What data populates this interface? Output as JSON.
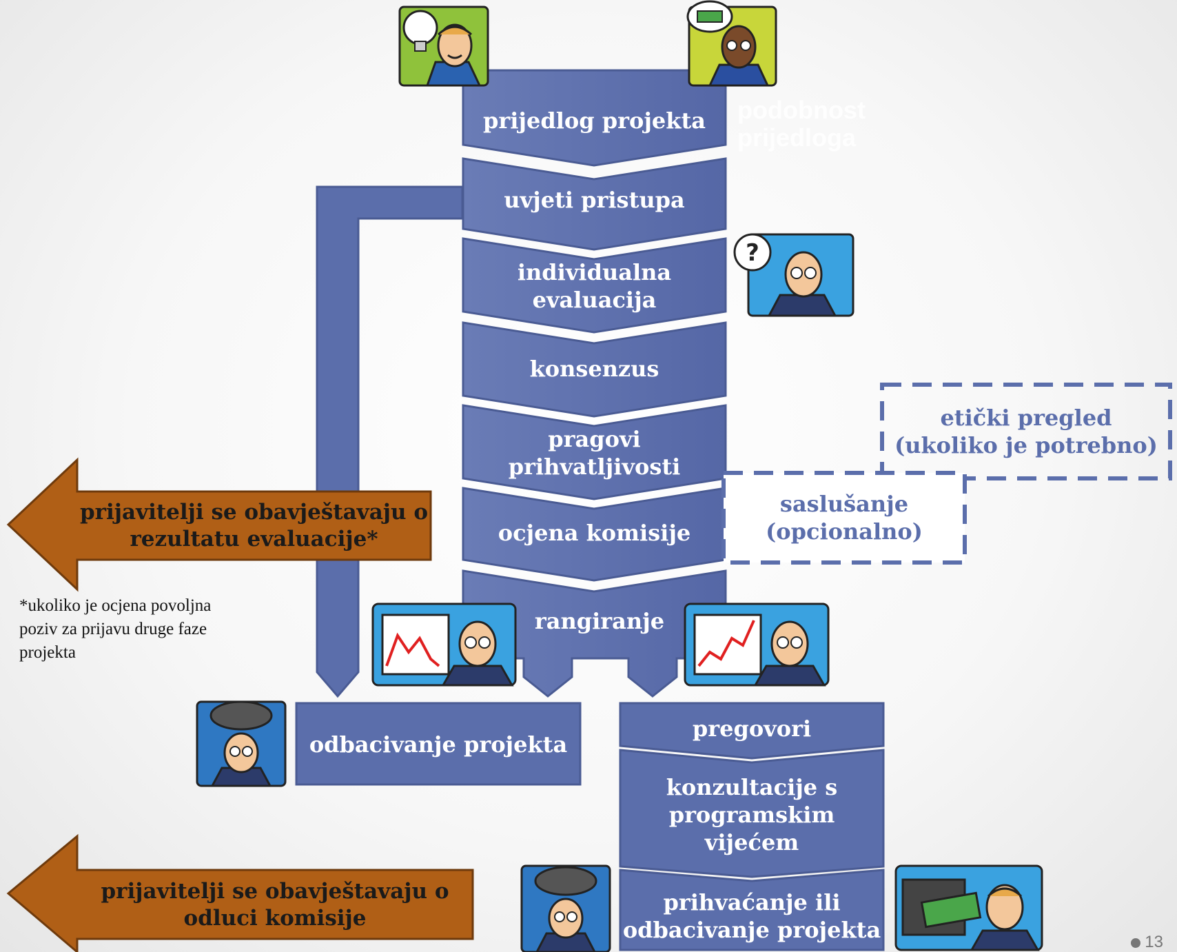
{
  "stages": [
    {
      "id": "prijedlog",
      "label": "prijedlog projekta"
    },
    {
      "id": "uvjeti",
      "label": "uvjeti pristupa"
    },
    {
      "id": "individualna",
      "label": "individualna\nevaluacija"
    },
    {
      "id": "konsenzus",
      "label": "konsenzus"
    },
    {
      "id": "pragovi",
      "label": "pragovi\nprihvatljivosti"
    },
    {
      "id": "ocjena",
      "label": "ocjena komisije"
    },
    {
      "id": "rangiranje",
      "label": "rangiranje"
    }
  ],
  "side_boxes": {
    "eticki": "etički pregled\n(ukoliko je potrebno)",
    "saslusanje": "saslušanje\n(opcionalno)"
  },
  "outcomes": {
    "odbacivanje": "odbacivanje projekta",
    "pregovori": "pregovori",
    "konzultacije": "konzultacije s\nprogramskim\nvijećem",
    "prihvacanje": "prihvaćanje ili\nodbacivanje projekta"
  },
  "notifications": {
    "evaluacija": "prijavitelji se obavještavaju o\nrezultatu evaluacije*",
    "odluka": "prijavitelji se obavještavaju o\nodluci komisije"
  },
  "footnote": "*ukoliko je ocjena povoljna\npoziv za prijavu druge faze\nprojekta",
  "ghost_text": "podobnost\nprijedloga",
  "page_number": "13",
  "colors": {
    "stage_fill": "#5b6eab",
    "stage_stroke": "#4a5b93",
    "arrow_fill": "#b05f16",
    "arrow_stroke": "#6e3a0c",
    "dash": "#5b6eab",
    "text_light": "#ffffff"
  },
  "icons": [
    "idea-man-icon",
    "money-thought-man-icon",
    "question-man-icon",
    "chart-down-man-icon",
    "chart-up-man-icon",
    "rain-cloud-man-icon",
    "rain-cloud-man-icon",
    "money-computer-man-icon"
  ]
}
